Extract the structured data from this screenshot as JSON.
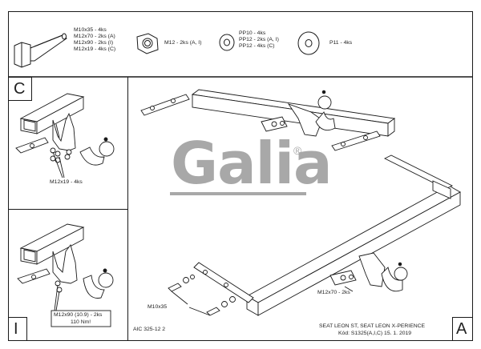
{
  "header": {
    "bolt_labels": [
      "M10x35 - 4ks",
      "M12x70 - 2ks (A)",
      "M12x90 - 2ks (I)",
      "M12x19 - 4ks (C)"
    ],
    "nut_label": "M12 - 2ks (A, I)",
    "washer_labels": [
      "PP10 - 4ks",
      "PP12 - 2ks (A, I)",
      "PP12 - 4ks (C)"
    ],
    "plate_label": "P11 - 4ks"
  },
  "panel_c": {
    "letter": "C",
    "callout": "M12x19 - 4ks"
  },
  "panel_i": {
    "letter": "I",
    "callout_line1": "M12x90 (10.9) - 2ks",
    "callout_line2": "110 Nm!"
  },
  "main": {
    "logo_text": "Galia",
    "logo_mark": "®",
    "callout_m12x70": "M12x70 - 2ks",
    "callout_m10x35": "M10x35",
    "drawing_code": "AIC 325-12 2",
    "vehicle": "SEAT LEON ST, SEAT LEON X-PERIENCE",
    "code_line": "Kód: S1325(A,I,C)  15. 1. 2019",
    "letter": "A"
  },
  "colors": {
    "line": "#1a1a1a",
    "logo": "#a8a8a8"
  }
}
